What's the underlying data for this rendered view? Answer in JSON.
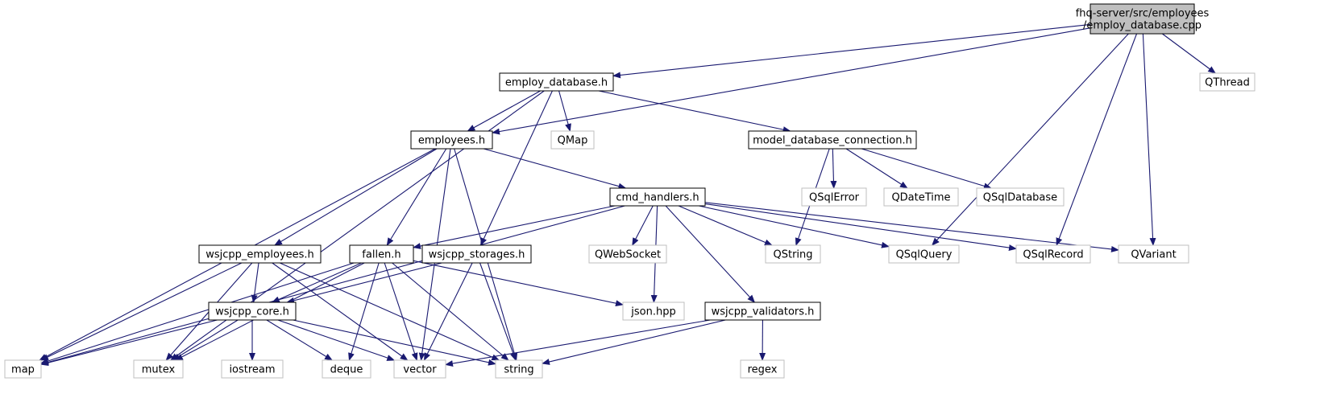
{
  "colors": {
    "edge": "#191970",
    "root_fill": "#bfbfbf",
    "root_stroke": "#000000",
    "file_fill": "#ffffff",
    "file_stroke": "#000000",
    "external_fill": "#ffffff",
    "external_stroke": "#bfbfbf"
  },
  "nodes": {
    "root": {
      "lines": [
        "fhq-server/src/employees",
        "/employ_database.cpp"
      ],
      "kind": "root"
    },
    "employ_db": {
      "lines": [
        "employ_database.h"
      ],
      "kind": "file"
    },
    "employees": {
      "lines": [
        "employees.h"
      ],
      "kind": "file"
    },
    "model_conn": {
      "lines": [
        "model_database_connection.h"
      ],
      "kind": "file"
    },
    "cmd": {
      "lines": [
        "cmd_handlers.h"
      ],
      "kind": "file"
    },
    "wsj_emp": {
      "lines": [
        "wsjcpp_employees.h"
      ],
      "kind": "file"
    },
    "fallen": {
      "lines": [
        "fallen.h"
      ],
      "kind": "file"
    },
    "wsj_stor": {
      "lines": [
        "wsjcpp_storages.h"
      ],
      "kind": "file"
    },
    "wsj_core": {
      "lines": [
        "wsjcpp_core.h"
      ],
      "kind": "file"
    },
    "wsj_val": {
      "lines": [
        "wsjcpp_validators.h"
      ],
      "kind": "file"
    },
    "qthread": {
      "lines": [
        "QThread"
      ],
      "kind": "external"
    },
    "qmap": {
      "lines": [
        "QMap"
      ],
      "kind": "external"
    },
    "qsqlerror": {
      "lines": [
        "QSqlError"
      ],
      "kind": "external"
    },
    "qdatetime": {
      "lines": [
        "QDateTime"
      ],
      "kind": "external"
    },
    "qsqldb": {
      "lines": [
        "QSqlDatabase"
      ],
      "kind": "external"
    },
    "qwebsocket": {
      "lines": [
        "QWebSocket"
      ],
      "kind": "external"
    },
    "qstring": {
      "lines": [
        "QString"
      ],
      "kind": "external"
    },
    "qsqlquery": {
      "lines": [
        "QSqlQuery"
      ],
      "kind": "external"
    },
    "qsqlrecord": {
      "lines": [
        "QSqlRecord"
      ],
      "kind": "external"
    },
    "qvariant": {
      "lines": [
        "QVariant"
      ],
      "kind": "external"
    },
    "jsonhpp": {
      "lines": [
        "json.hpp"
      ],
      "kind": "external"
    },
    "map": {
      "lines": [
        "map"
      ],
      "kind": "external"
    },
    "mutex": {
      "lines": [
        "mutex"
      ],
      "kind": "external"
    },
    "iostream": {
      "lines": [
        "iostream"
      ],
      "kind": "external"
    },
    "deque": {
      "lines": [
        "deque"
      ],
      "kind": "external"
    },
    "vector": {
      "lines": [
        "vector"
      ],
      "kind": "external"
    },
    "string": {
      "lines": [
        "string"
      ],
      "kind": "external"
    },
    "regex": {
      "lines": [
        "regex"
      ],
      "kind": "external"
    }
  },
  "edges": [
    [
      "root",
      "employ_db"
    ],
    [
      "root",
      "employees"
    ],
    [
      "root",
      "qthread"
    ],
    [
      "root",
      "qsqlquery"
    ],
    [
      "root",
      "qsqlrecord"
    ],
    [
      "root",
      "qvariant"
    ],
    [
      "employ_db",
      "employees"
    ],
    [
      "employ_db",
      "qmap"
    ],
    [
      "employ_db",
      "model_conn"
    ],
    [
      "employ_db",
      "wsj_stor"
    ],
    [
      "employ_db",
      "mutex"
    ],
    [
      "employees",
      "cmd"
    ],
    [
      "employees",
      "wsj_emp"
    ],
    [
      "employees",
      "fallen"
    ],
    [
      "employees",
      "map"
    ],
    [
      "employees",
      "vector"
    ],
    [
      "employees",
      "string"
    ],
    [
      "model_conn",
      "qsqlerror"
    ],
    [
      "model_conn",
      "qdatetime"
    ],
    [
      "model_conn",
      "qsqldb"
    ],
    [
      "model_conn",
      "qstring"
    ],
    [
      "cmd",
      "fallen"
    ],
    [
      "cmd",
      "qwebsocket"
    ],
    [
      "cmd",
      "qstring"
    ],
    [
      "cmd",
      "qsqlquery"
    ],
    [
      "cmd",
      "qsqlrecord"
    ],
    [
      "cmd",
      "qvariant"
    ],
    [
      "cmd",
      "jsonhpp"
    ],
    [
      "cmd",
      "wsj_val"
    ],
    [
      "cmd",
      "map"
    ],
    [
      "wsj_emp",
      "wsj_core"
    ],
    [
      "wsj_emp",
      "map"
    ],
    [
      "wsj_emp",
      "mutex"
    ],
    [
      "wsj_emp",
      "vector"
    ],
    [
      "wsj_emp",
      "string"
    ],
    [
      "fallen",
      "wsj_core"
    ],
    [
      "fallen",
      "map"
    ],
    [
      "fallen",
      "mutex"
    ],
    [
      "fallen",
      "deque"
    ],
    [
      "fallen",
      "vector"
    ],
    [
      "fallen",
      "string"
    ],
    [
      "fallen",
      "jsonhpp"
    ],
    [
      "wsj_stor",
      "wsj_core"
    ],
    [
      "wsj_stor",
      "vector"
    ],
    [
      "wsj_stor",
      "string"
    ],
    [
      "wsj_core",
      "map"
    ],
    [
      "wsj_core",
      "mutex"
    ],
    [
      "wsj_core",
      "iostream"
    ],
    [
      "wsj_core",
      "deque"
    ],
    [
      "wsj_core",
      "vector"
    ],
    [
      "wsj_core",
      "string"
    ],
    [
      "wsj_val",
      "vector"
    ],
    [
      "wsj_val",
      "string"
    ],
    [
      "wsj_val",
      "regex"
    ]
  ]
}
